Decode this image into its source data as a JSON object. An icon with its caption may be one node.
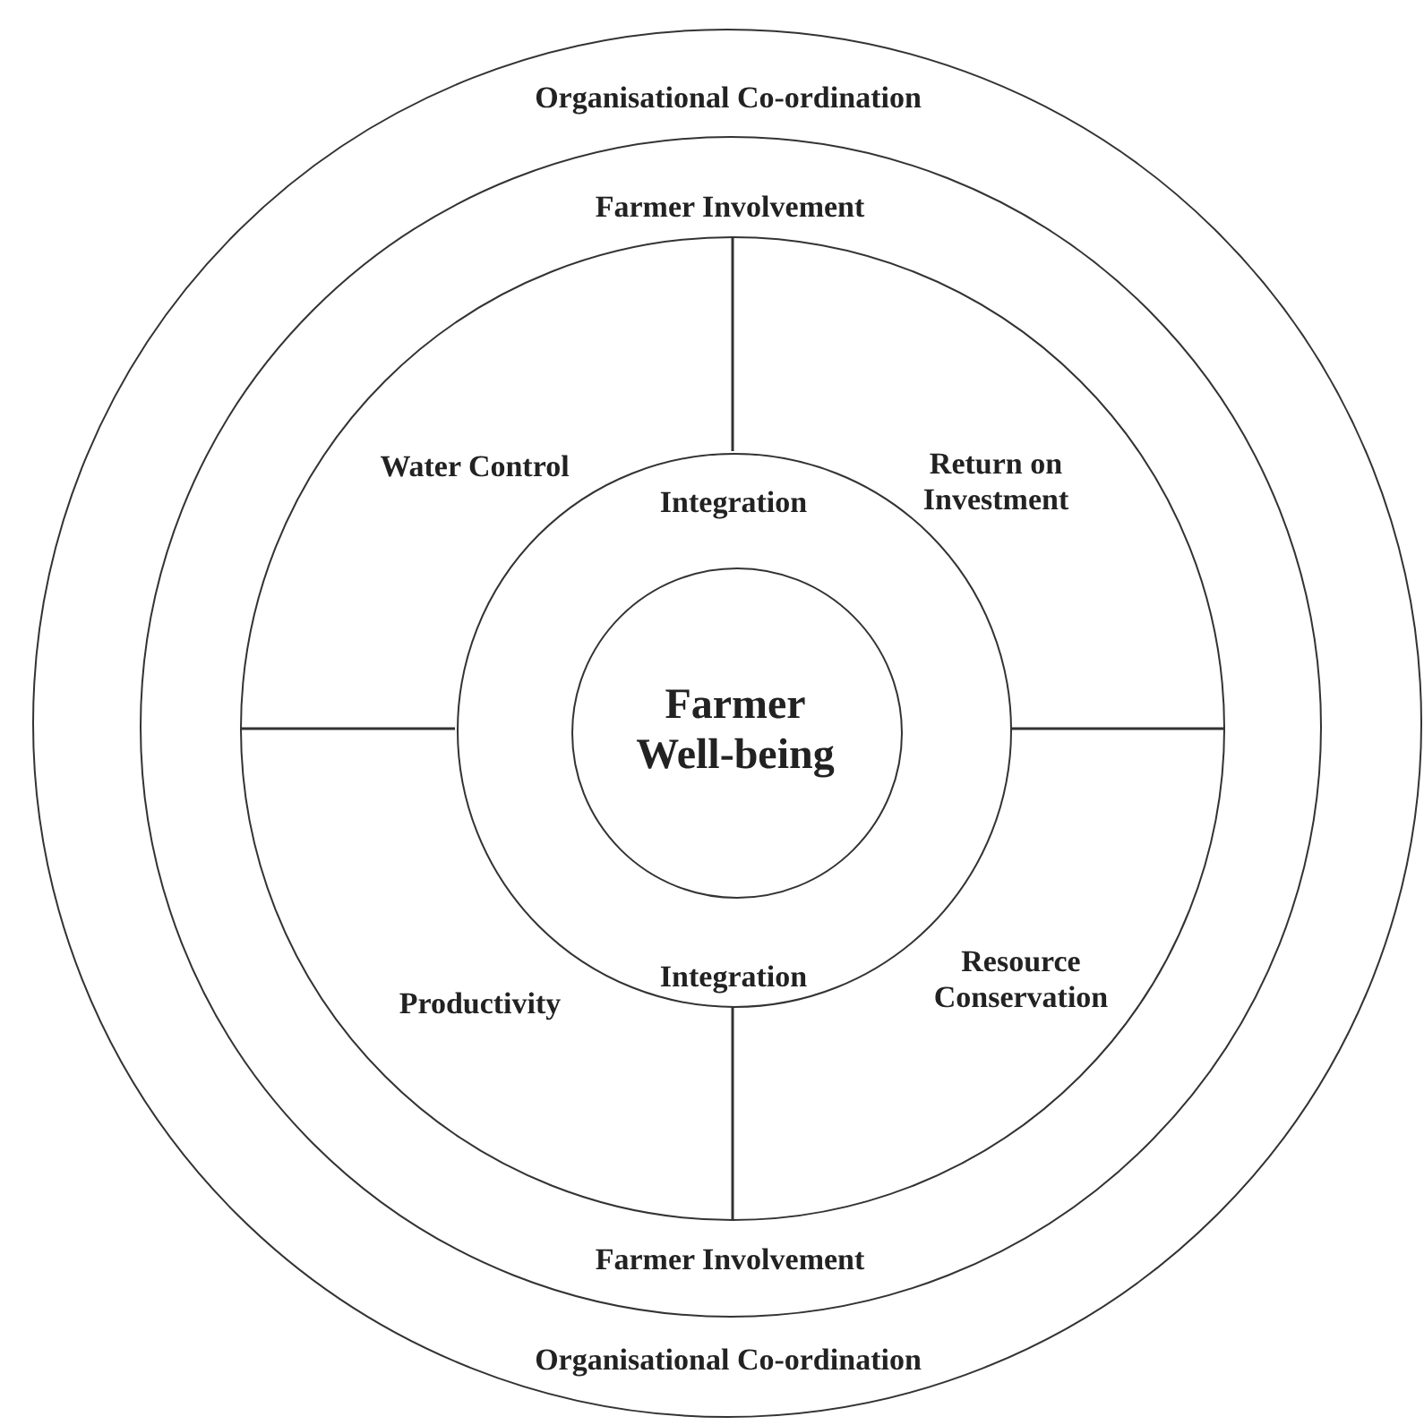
{
  "diagram": {
    "nodes": [
      {
        "text": [
          "Organisational Co-ordination",
          "Organisational Co-ordination"
        ]
      },
      {
        "text": [
          "Farmer Involvement",
          "Farmer Involvement"
        ],
        "in": 0
      },
      {
        "text": [],
        "shape": "circle",
        "in": 1
      },
      {
        "text": [
          "Water Control"
        ],
        "in": 2
      },
      {
        "text": [
          "Return on Investment"
        ],
        "in": 2
      },
      {
        "text": [
          "Productivity"
        ],
        "in": 2
      },
      {
        "text": [
          "Resource Conservation"
        ],
        "in": 2
      },
      {
        "text": [
          "Integration",
          "Integration"
        ],
        "in": 2
      },
      {
        "text": [
          "Farmer Well-being"
        ],
        "in": 7
      }
    ]
  }
}
